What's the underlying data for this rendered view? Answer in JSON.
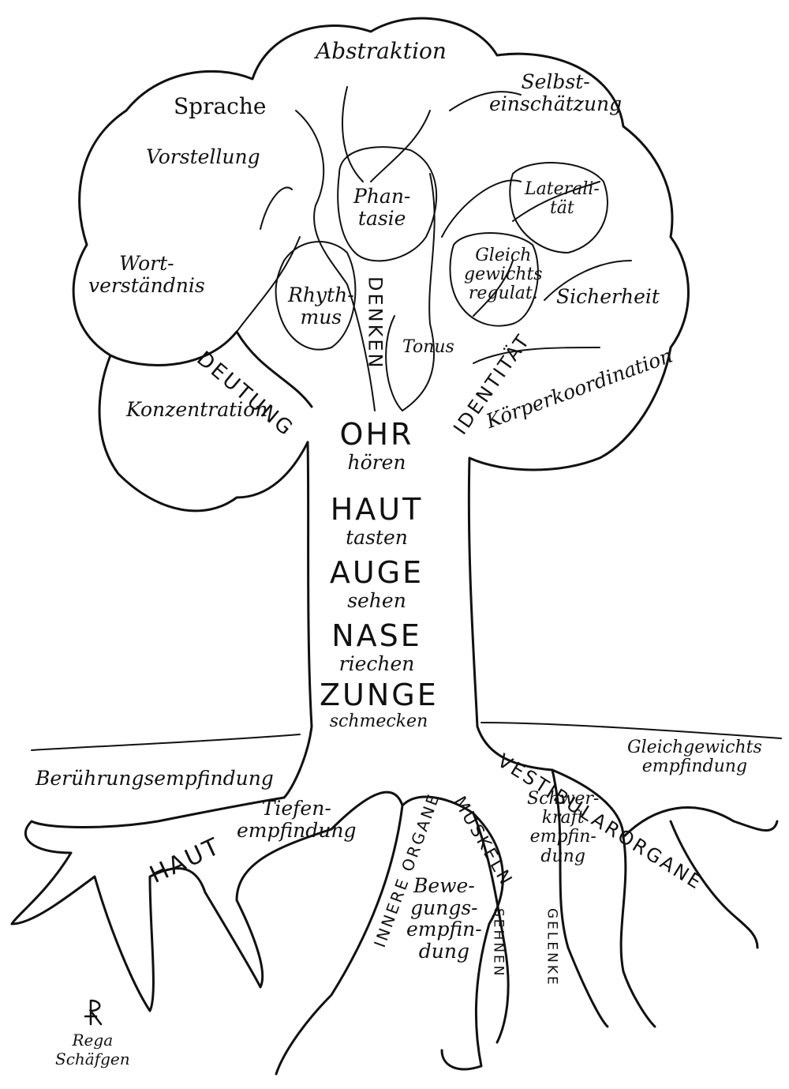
{
  "crown": {
    "abstraktion": "Abstraktion",
    "selbsteinschaetzung": [
      "Selbst-",
      "einschätzung"
    ],
    "sprache": "Sprache",
    "vorstellung": "Vorstellung",
    "phantasie": [
      "Phan-",
      "tasie"
    ],
    "lateralitaet": [
      "Laterali-",
      "tät"
    ],
    "wortverstaendnis": [
      "Wort-",
      "verständnis"
    ],
    "rhythmus": [
      "Rhyth-",
      "mus"
    ],
    "gleichgewichtsregulat": [
      "Gleich",
      "gewichts",
      "regulat."
    ],
    "sicherheit": "Sicherheit",
    "tonus": "Tonus",
    "deutung": "DEUTUNG",
    "denken": "DENKEN",
    "identitaet": "IDENTITÄT",
    "konzentration": "Konzentration",
    "koerperkoordination": "Körperkoordination"
  },
  "trunk": [
    {
      "organ": "OHR",
      "sense": "hören"
    },
    {
      "organ": "HAUT",
      "sense": "tasten"
    },
    {
      "organ": "AUGE",
      "sense": "sehen"
    },
    {
      "organ": "NASE",
      "sense": "riechen"
    },
    {
      "organ": "ZUNGE",
      "sense": "schmecken"
    }
  ],
  "roots": {
    "beruehrungsempfindung": "Berührungsempfindung",
    "haut": "HAUT",
    "tiefenempfindung": [
      "Tiefen-",
      "empfindung"
    ],
    "innere_organe": "INNERE ORGANE",
    "bewegungsempfindung": [
      "Bewe-",
      "gungs-",
      "empfin-",
      "dung"
    ],
    "muskeln": "MUSKELN",
    "sehnen": "SEHNEN",
    "gelenke": "GELENKE",
    "schwerkraftempfindung": [
      "Schwer-",
      "kraft",
      "empfin-",
      "dung"
    ],
    "vestibularorgane": "VESTIBULARORGANE",
    "gleichgewichtsempfindung": [
      "Gleichgewichts",
      "empfindung"
    ]
  },
  "signature": {
    "name": [
      "Rega",
      "Schäfgen"
    ]
  }
}
